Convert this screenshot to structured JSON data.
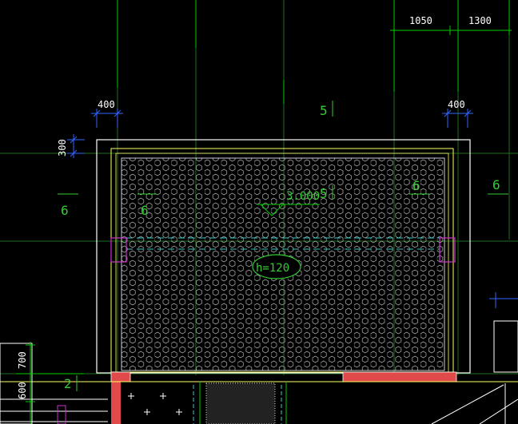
{
  "dimensions": {
    "top_right_1": "1050",
    "top_right_2": "1300",
    "left_offset": "400",
    "right_offset": "400",
    "vertical_offset": "300",
    "left_bottom_1": "700",
    "left_bottom_2": "600"
  },
  "labels": {
    "axis_top": "5",
    "axis_mid": "5",
    "axis_left": "6",
    "axis_left_inner": "6",
    "axis_right_inner": "6",
    "axis_right": "6",
    "axis_bottom_left": "2",
    "elevation": "3.000",
    "slab_thickness": "h=120"
  },
  "colors": {
    "background": "#000000",
    "grid_line": "#00cc00",
    "slab_outline": "#ffffff",
    "inner_outline": "#ffff66",
    "hatch": "#ffffff",
    "dimension": "#3366ff",
    "text": "#33cc33",
    "beam_dashed": "#33cccc",
    "column_marker": "#cc33cc",
    "wall_fill": "#e04a4a"
  }
}
